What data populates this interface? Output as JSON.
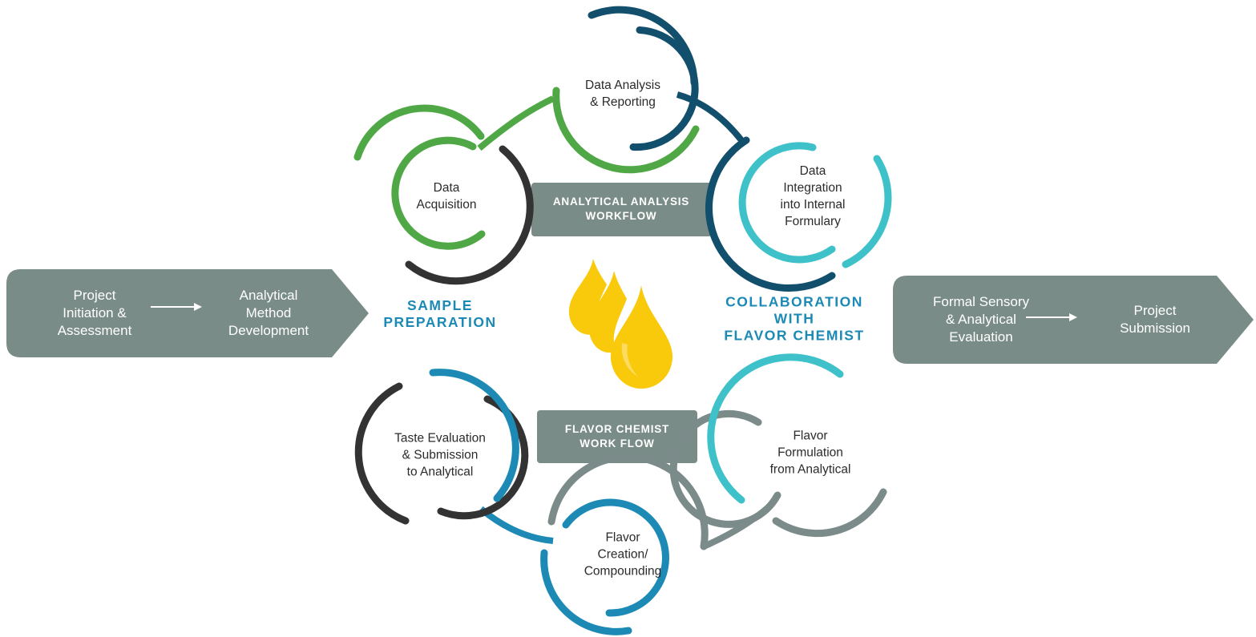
{
  "colors": {
    "green": "#4fa845",
    "dark_gray": "#333333",
    "navy": "#124f6d",
    "cyan": "#3ec1c9",
    "slate": "#7b8b8a",
    "blue": "#1c8ab5",
    "label_blue": "#1c8ab5",
    "box_gray": "#7a8c87",
    "chevron_gray": "#7a8c87",
    "drop_yellow": "#f9c90c",
    "drop_yellow_light": "#fde27a"
  },
  "left_chevron": {
    "step1": "Project\nInitiation &\nAssessment",
    "step2": "Analytical\nMethod\nDevelopment",
    "arrow_icon": "right-arrow-icon"
  },
  "right_chevron": {
    "step1": "Formal Sensory\n& Analytical\nEvaluation",
    "step2": "Project\nSubmission",
    "arrow_icon": "right-arrow-icon"
  },
  "side_labels": {
    "sample_preparation": "SAMPLE\nPREPARATION",
    "collaboration": "COLLABORATION\nWITH\nFLAVOR CHEMIST"
  },
  "workflow_boxes": {
    "analytical": "ANALYTICAL  ANALYSIS\nWORKFLOW",
    "flavor_chemist": "FLAVOR CHEMIST\nWORK FLOW"
  },
  "nodes": {
    "data_analysis": "Data Analysis\n& Reporting",
    "data_acquisition": "Data\nAcquisition",
    "data_integration": "Data\nIntegration\ninto Internal\nFormulary",
    "taste_evaluation": "Taste Evaluation\n& Submission\nto Analytical",
    "flavor_formulation": "Flavor\nFormulation\nfrom Analytical",
    "flavor_creation": "Flavor\nCreation/\nCompounding"
  },
  "center_icon": "flavor-drops-icon"
}
